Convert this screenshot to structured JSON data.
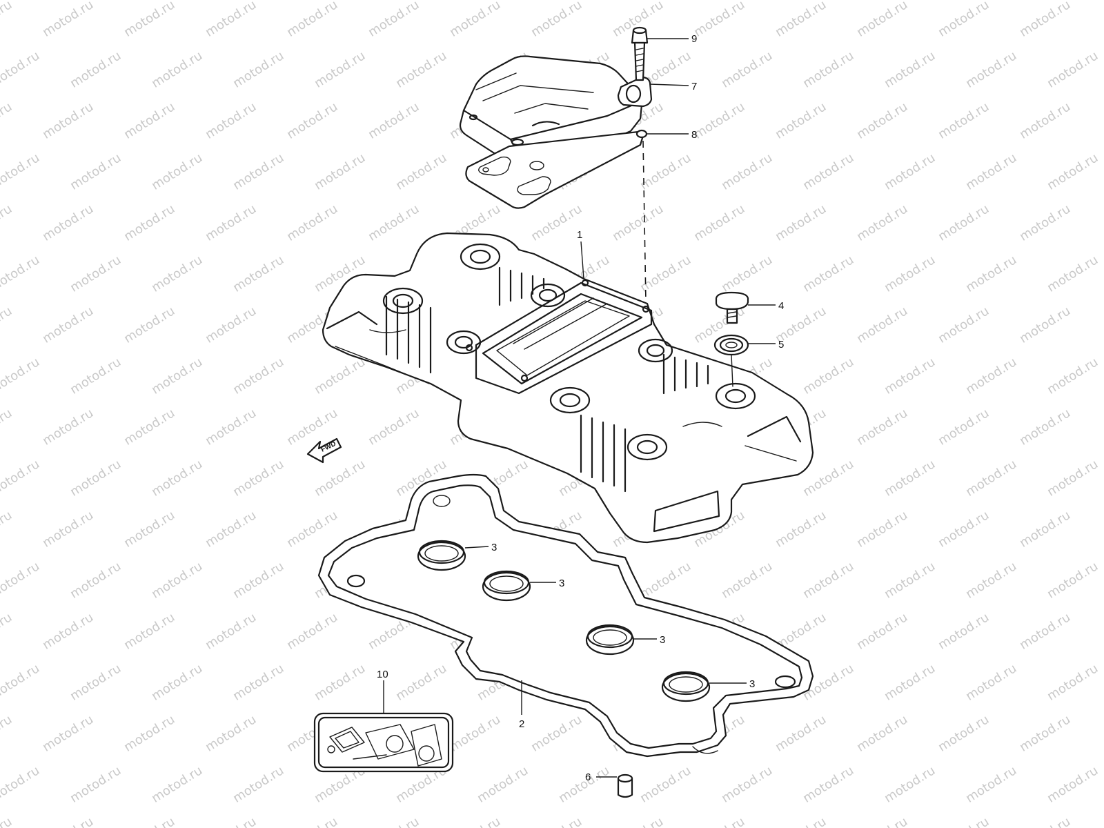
{
  "watermark": {
    "text": "motod.ru",
    "color": "#c9c9c9"
  },
  "direction_marker": {
    "label": "FWD"
  },
  "callouts": [
    {
      "id": "c9",
      "number": "9"
    },
    {
      "id": "c7",
      "number": "7"
    },
    {
      "id": "c8",
      "number": "8"
    },
    {
      "id": "c1",
      "number": "1"
    },
    {
      "id": "c4",
      "number": "4"
    },
    {
      "id": "c5",
      "number": "5"
    },
    {
      "id": "c3a",
      "number": "3"
    },
    {
      "id": "c3b",
      "number": "3"
    },
    {
      "id": "c3c",
      "number": "3"
    },
    {
      "id": "c3d",
      "number": "3"
    },
    {
      "id": "c10",
      "number": "10"
    },
    {
      "id": "c2",
      "number": "2"
    },
    {
      "id": "c6",
      "number": "6"
    }
  ],
  "colors": {
    "line": "#1a1a1a",
    "background": "#ffffff"
  }
}
